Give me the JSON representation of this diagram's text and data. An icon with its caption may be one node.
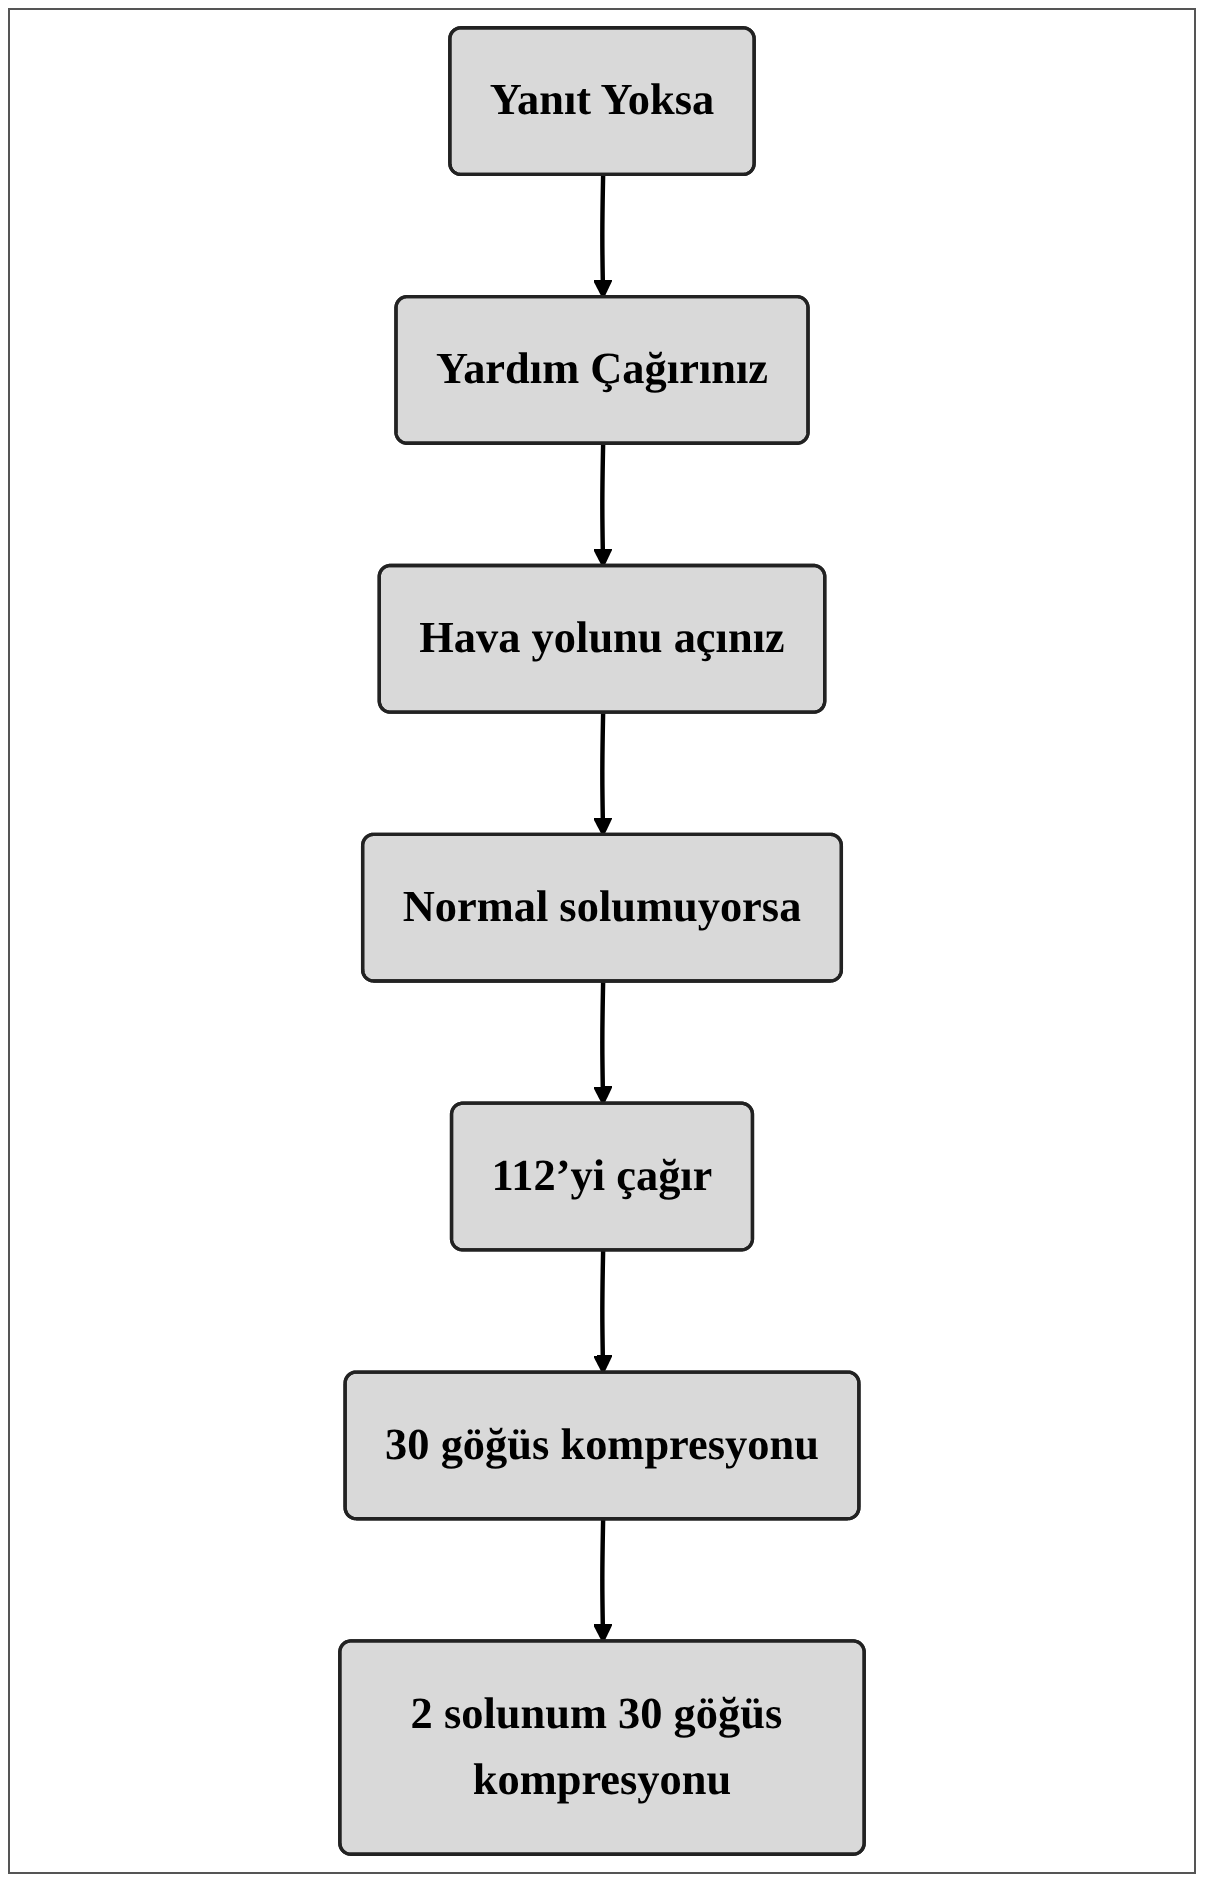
{
  "diagram": {
    "nodes": [
      {
        "text": [
          "Yanıt Yoksa"
        ]
      },
      {
        "text": [
          "Yardım Çağırınız"
        ]
      },
      {
        "text": [
          "Hava yolunu açınız"
        ]
      },
      {
        "text": [
          "Normal solumuyorsa"
        ]
      },
      {
        "text": [
          "112’yi çağır"
        ]
      },
      {
        "text": [
          "30 göğüs kompresyonu"
        ]
      },
      {
        "text": [
          "2 solunum 30 göğüs kompresyonu"
        ]
      }
    ],
    "edges": [
      {
        "from": 0,
        "to": 1,
        "arrow": "to"
      },
      {
        "from": 1,
        "to": 2,
        "arrow": "to"
      },
      {
        "from": 2,
        "to": 3,
        "arrow": "to"
      },
      {
        "from": 3,
        "to": 4,
        "arrow": "to"
      },
      {
        "from": 4,
        "to": 5,
        "arrow": "to"
      },
      {
        "from": 5,
        "to": 6,
        "arrow": "to"
      }
    ]
  }
}
